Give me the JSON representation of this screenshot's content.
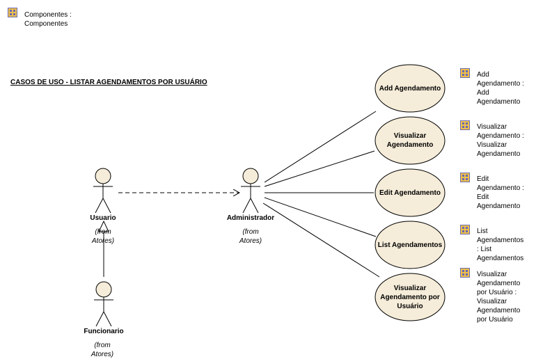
{
  "diagram": {
    "header_component": "Componentes :\nComponentes",
    "title": "CASOS DE USO - LISTAR AGENDAMENTOS POR USUÁRIO",
    "actors": [
      {
        "id": "usuario",
        "name": "Usuario",
        "from": "(from\nAtores)"
      },
      {
        "id": "administrador",
        "name": "Administrador",
        "from": "(from\nAtores)"
      },
      {
        "id": "funcionario",
        "name": "Funcionario",
        "from": "(from\nAtores)"
      }
    ],
    "use_cases": [
      {
        "id": "add",
        "label": "Add Agendamento",
        "component": "Add\nAgendamento :\nAdd\nAgendamento"
      },
      {
        "id": "visualizar",
        "label": "Visualizar\nAgendamento",
        "component": "Visualizar\nAgendamento :\nVisualizar\nAgendamento"
      },
      {
        "id": "edit",
        "label": "Edit Agendamento",
        "component": "Edit\nAgendamento :\nEdit\nAgendamento"
      },
      {
        "id": "list",
        "label": "List Agendamentos",
        "component": "List\nAgendamentos\n: List\nAgendamentos"
      },
      {
        "id": "visualizar-usuario",
        "label": "Visualizar\nAgendamento por\nUsuário",
        "component": "Visualizar\nAgendamento\npor Usuário :\nVisualizar\nAgendamento\npor Usuário"
      }
    ],
    "colors": {
      "usecase_fill": "#f5ecd9",
      "usecase_stroke": "#000000",
      "actor_fill": "#f5ecd9",
      "icon_fill": "#f0c04a",
      "icon_border": "#6a6ab0"
    }
  }
}
